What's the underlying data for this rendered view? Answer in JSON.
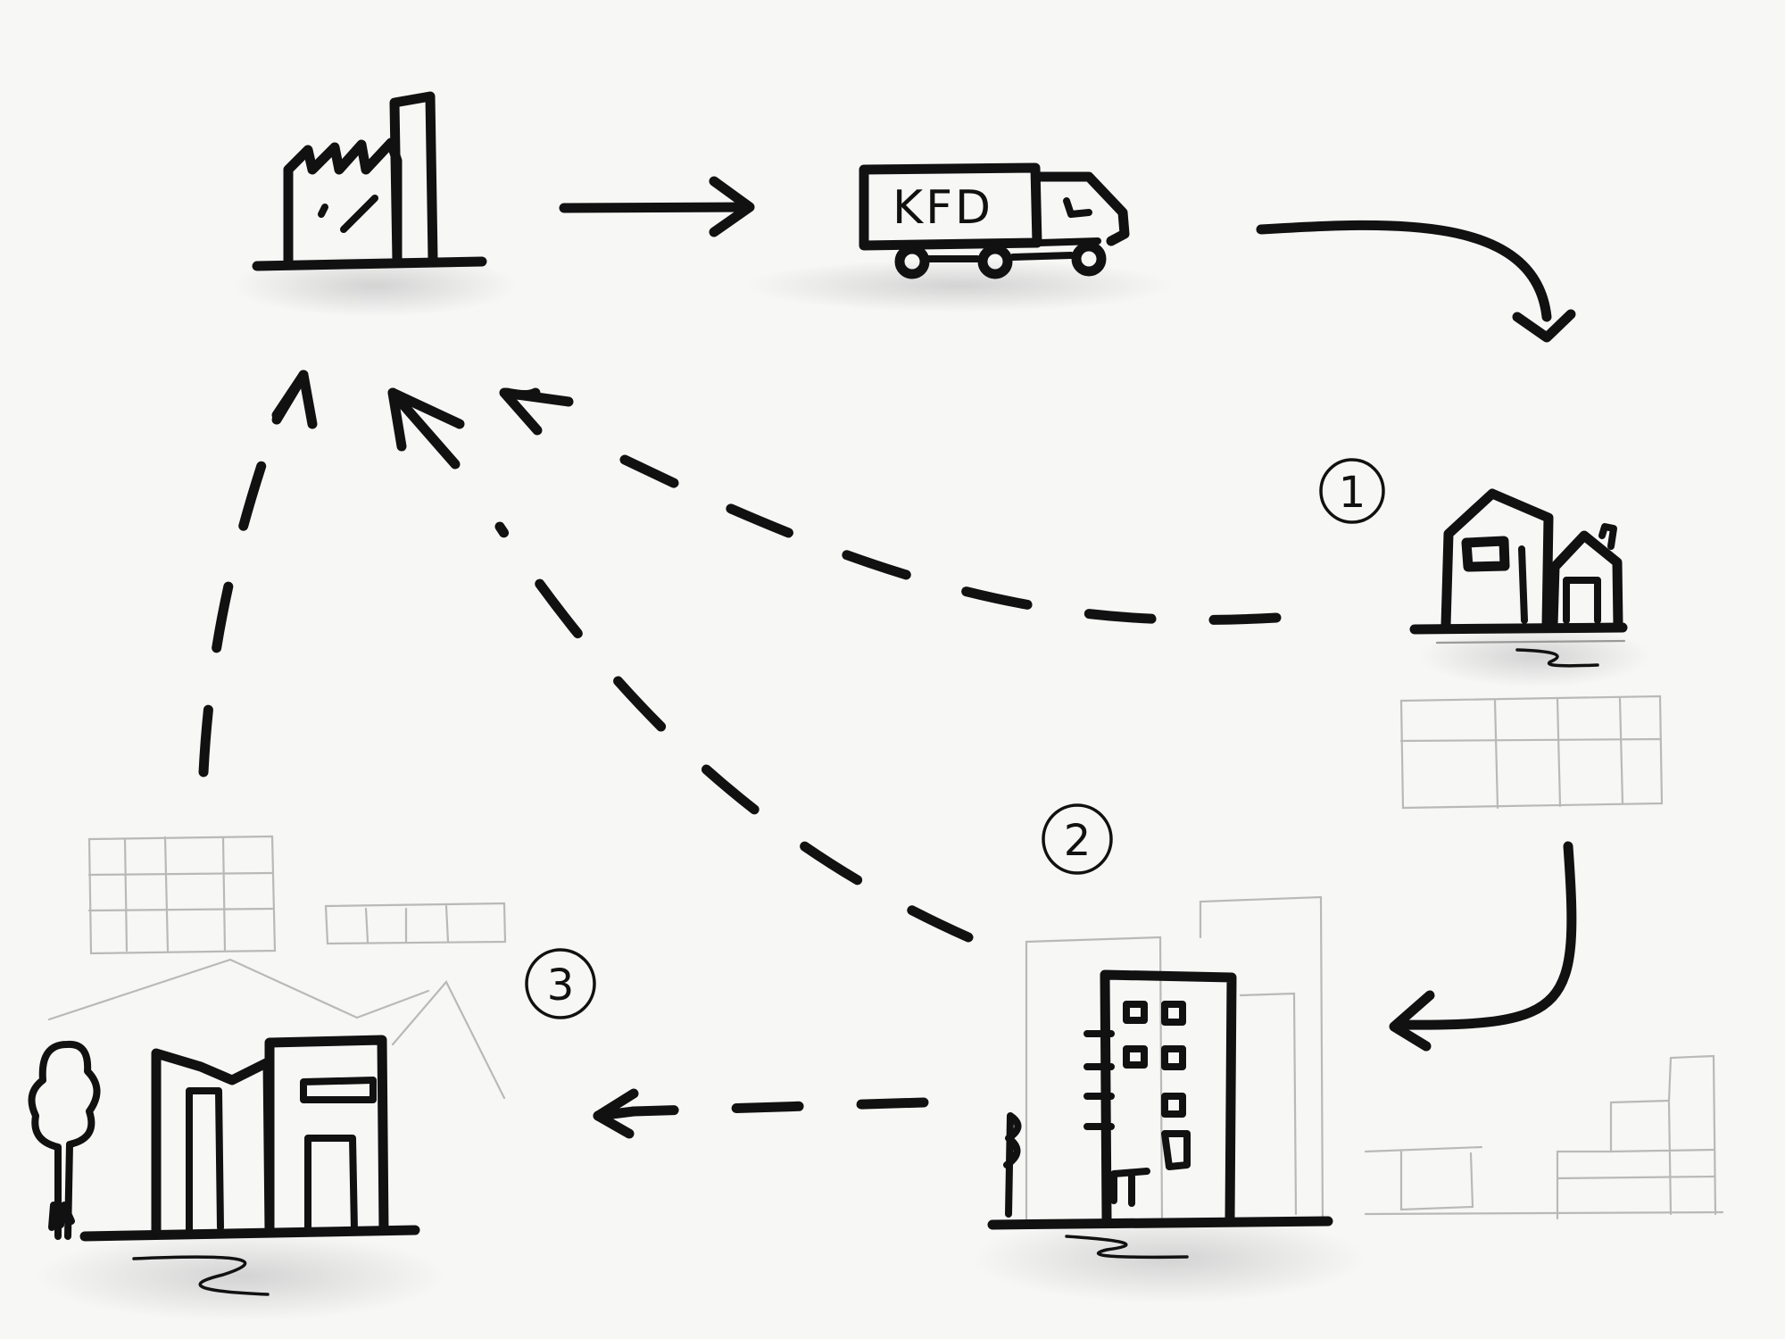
{
  "truck": {
    "cargo_label": "KFD"
  },
  "steps": [
    {
      "label": "1"
    },
    {
      "label": "2"
    },
    {
      "label": "3"
    }
  ],
  "colors": {
    "ink": "#111111",
    "pencil": "#b9b9b9",
    "paper": "#f7f7f6"
  }
}
